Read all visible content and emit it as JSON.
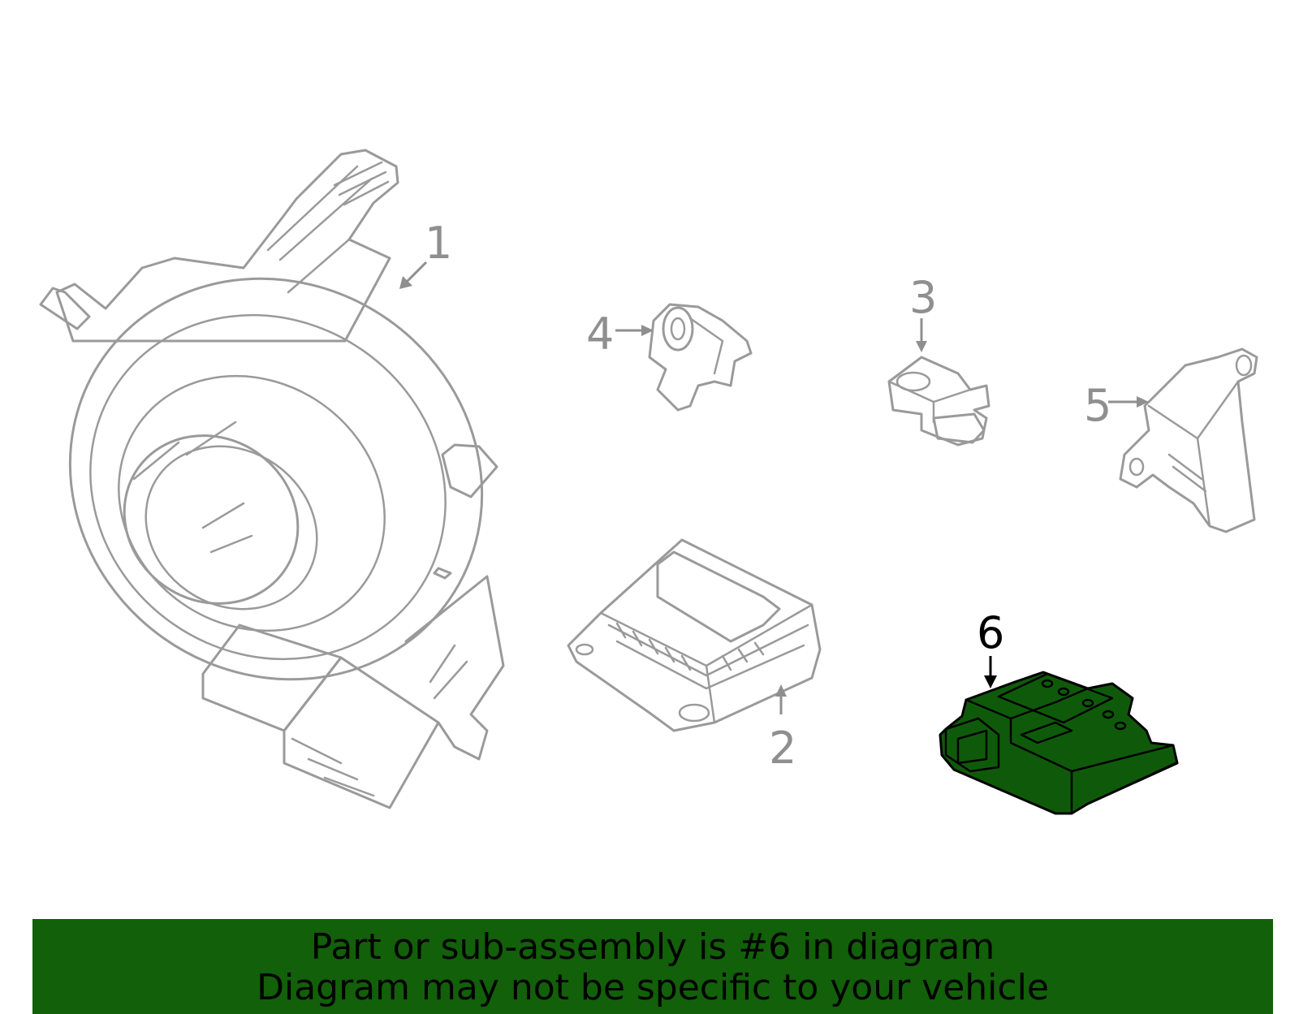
{
  "diagram": {
    "callouts": [
      {
        "label": "1",
        "highlighted": false
      },
      {
        "label": "2",
        "highlighted": false
      },
      {
        "label": "3",
        "highlighted": false
      },
      {
        "label": "4",
        "highlighted": false
      },
      {
        "label": "5",
        "highlighted": false
      },
      {
        "label": "6",
        "highlighted": true
      }
    ],
    "highlight_color": "#126009",
    "line_color": "#9a9a9a"
  },
  "banner": {
    "line1": "Part or sub-assembly is #6 in diagram",
    "line2": "Diagram may not be specific to your vehicle"
  }
}
